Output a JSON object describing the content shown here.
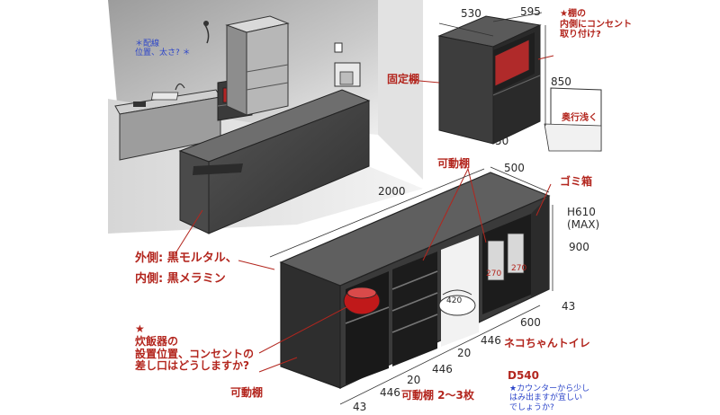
{
  "notes": {
    "wiring_note": "＊配線\n位置、太さ? ＊",
    "shelf_outlet": "★棚の\n内側にコンセント\n取り付け?",
    "fixed_shelf": "固定棚",
    "depth_shallow": "奥行浅く",
    "movable_top": "可動棚",
    "trash": "ゴミ箱",
    "trash_height": "H610\n(MAX)",
    "outer_side": "外側: 黒モルタル、",
    "inner_side": "内側: 黒メラミン",
    "rice_cooker": "★\n炊飯器の\n設置位置、コンセントの\n差し口はどうしますか?",
    "movable_bottom": "可動棚",
    "movable_shelves": "可動棚 2～3枚",
    "cat_toilet": "ネコちゃんトイレ",
    "depth_540": "D540",
    "counter_note": "★カウンターから少し\nはみ出ますが宜しい\nでしょうか?"
  },
  "dims": {
    "d530": "530",
    "d595": "595",
    "d850": "850",
    "d50": "50",
    "d500": "500",
    "d2000": "2000",
    "d900": "900",
    "d43a": "43",
    "d600": "600",
    "d446a": "446",
    "d20a": "20",
    "d446b": "446",
    "d20b": "20",
    "d446c": "446",
    "d43b": "43",
    "d420": "420",
    "d270a": "270",
    "d270b": "270"
  },
  "colors": {
    "annotation_red": "#b3261e",
    "annotation_blue": "#2b44c9",
    "mortar": "#3c3c3c",
    "melamine": "#1e1e1e",
    "rice_cooker": "#c0191a"
  }
}
